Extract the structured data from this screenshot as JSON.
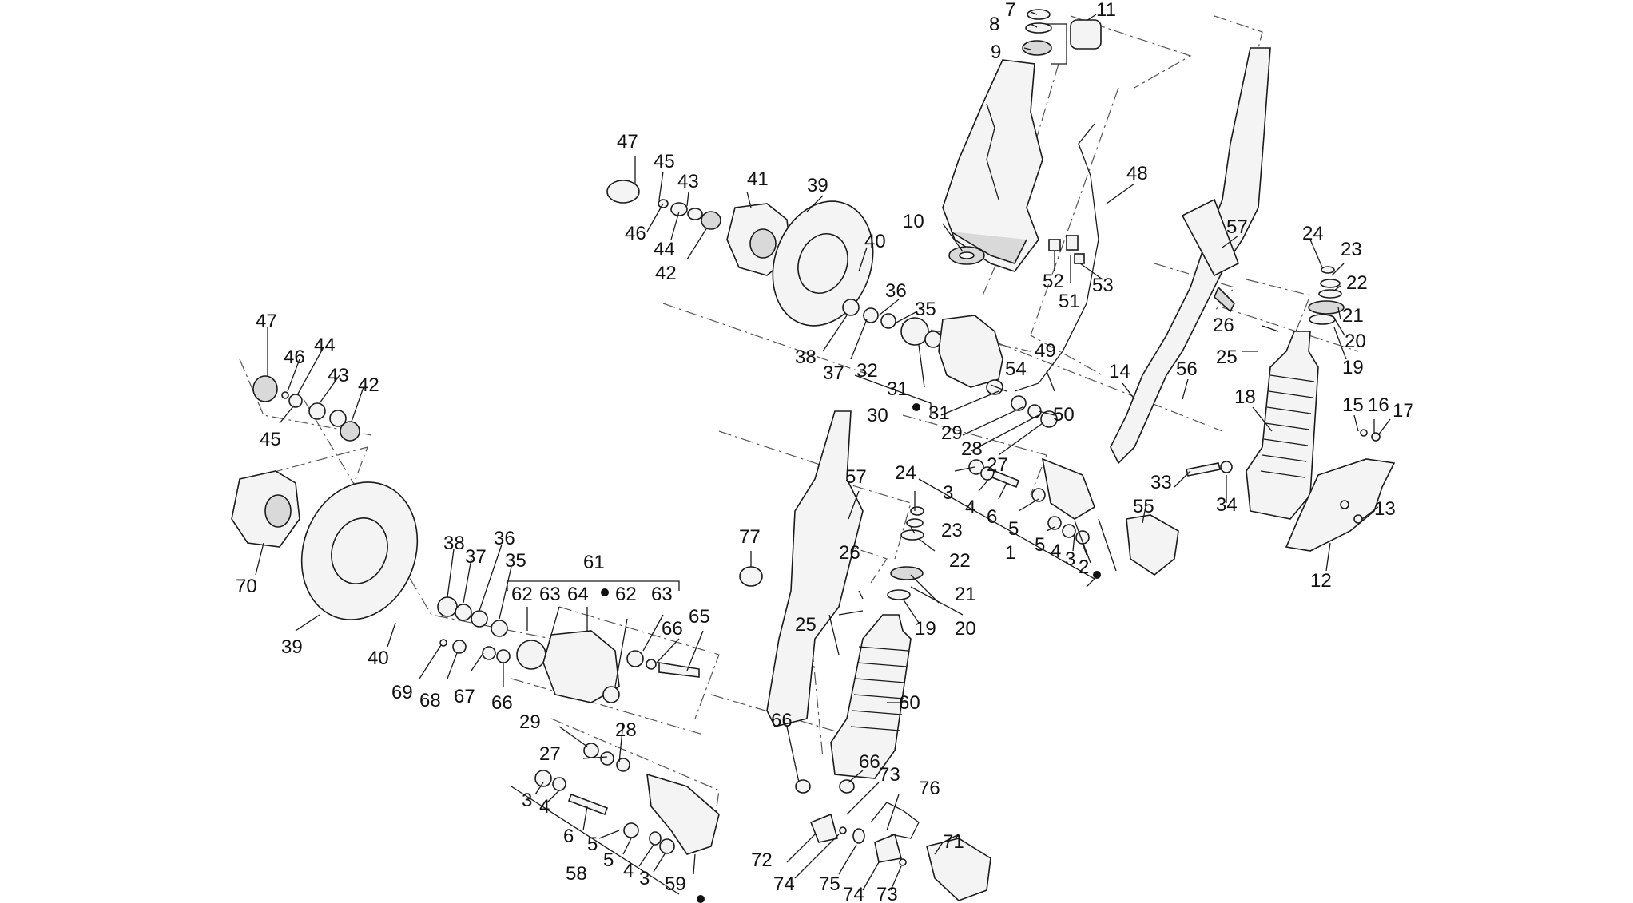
{
  "labels": [
    {
      "id": "p7",
      "text": "7"
    },
    {
      "id": "p8",
      "text": "8"
    },
    {
      "id": "p9",
      "text": "9"
    },
    {
      "id": "p11",
      "text": "11"
    },
    {
      "id": "p48",
      "text": "48"
    },
    {
      "id": "p10",
      "text": "10"
    },
    {
      "id": "p52",
      "text": "52"
    },
    {
      "id": "p51",
      "text": "51"
    },
    {
      "id": "p53",
      "text": "53"
    },
    {
      "id": "p57a",
      "text": "57"
    },
    {
      "id": "p24a",
      "text": "24"
    },
    {
      "id": "p23a",
      "text": "23"
    },
    {
      "id": "p22a",
      "text": "22"
    },
    {
      "id": "p21a",
      "text": "21"
    },
    {
      "id": "p20a",
      "text": "20"
    },
    {
      "id": "p19a",
      "text": "19"
    },
    {
      "id": "p26a",
      "text": "26"
    },
    {
      "id": "p25a",
      "text": "25"
    },
    {
      "id": "p18",
      "text": "18"
    },
    {
      "id": "p15",
      "text": "15"
    },
    {
      "id": "p16",
      "text": "16"
    },
    {
      "id": "p17",
      "text": "17"
    },
    {
      "id": "p13",
      "text": "13"
    },
    {
      "id": "p12",
      "text": "12"
    },
    {
      "id": "p33",
      "text": "33"
    },
    {
      "id": "p34",
      "text": "34"
    },
    {
      "id": "p56",
      "text": "56"
    },
    {
      "id": "p14",
      "text": "14"
    },
    {
      "id": "p49",
      "text": "49"
    },
    {
      "id": "p54",
      "text": "54"
    },
    {
      "id": "p50",
      "text": "50"
    },
    {
      "id": "p47a",
      "text": "47"
    },
    {
      "id": "p45a",
      "text": "45"
    },
    {
      "id": "p43a",
      "text": "43"
    },
    {
      "id": "p41",
      "text": "41"
    },
    {
      "id": "p39a",
      "text": "39"
    },
    {
      "id": "p46a",
      "text": "46"
    },
    {
      "id": "p44a",
      "text": "44"
    },
    {
      "id": "p42a",
      "text": "42"
    },
    {
      "id": "p40a",
      "text": "40"
    },
    {
      "id": "p36a",
      "text": "36"
    },
    {
      "id": "p35a",
      "text": "35"
    },
    {
      "id": "p38a",
      "text": "38"
    },
    {
      "id": "p37a",
      "text": "37"
    },
    {
      "id": "p32",
      "text": "32"
    },
    {
      "id": "p31a",
      "text": "31"
    },
    {
      "id": "p31b",
      "text": "31"
    },
    {
      "id": "p30",
      "text": "30"
    },
    {
      "id": "p29a",
      "text": "29"
    },
    {
      "id": "p28a",
      "text": "28"
    },
    {
      "id": "p27a",
      "text": "27"
    },
    {
      "id": "p24b",
      "text": "24"
    },
    {
      "id": "p3a",
      "text": "3"
    },
    {
      "id": "p4a",
      "text": "4"
    },
    {
      "id": "p6a",
      "text": "6"
    },
    {
      "id": "p5a",
      "text": "5"
    },
    {
      "id": "p5b",
      "text": "5"
    },
    {
      "id": "p4b",
      "text": "4"
    },
    {
      "id": "p3b",
      "text": "3"
    },
    {
      "id": "p1",
      "text": "1"
    },
    {
      "id": "p2",
      "text": "2"
    },
    {
      "id": "p55",
      "text": "55"
    },
    {
      "id": "p47b",
      "text": "47"
    },
    {
      "id": "p46b",
      "text": "46"
    },
    {
      "id": "p44b",
      "text": "44"
    },
    {
      "id": "p43b",
      "text": "43"
    },
    {
      "id": "p42b",
      "text": "42"
    },
    {
      "id": "p45b",
      "text": "45"
    },
    {
      "id": "p70",
      "text": "70"
    },
    {
      "id": "p39b",
      "text": "39"
    },
    {
      "id": "p40b",
      "text": "40"
    },
    {
      "id": "p38b",
      "text": "38"
    },
    {
      "id": "p37b",
      "text": "37"
    },
    {
      "id": "p36b",
      "text": "36"
    },
    {
      "id": "p35b",
      "text": "35"
    },
    {
      "id": "p61",
      "text": "61"
    },
    {
      "id": "p62a",
      "text": "62"
    },
    {
      "id": "p63a",
      "text": "63"
    },
    {
      "id": "p64",
      "text": "64"
    },
    {
      "id": "p62b",
      "text": "62"
    },
    {
      "id": "p63b",
      "text": "63"
    },
    {
      "id": "p65",
      "text": "65"
    },
    {
      "id": "p66a",
      "text": "66"
    },
    {
      "id": "p69",
      "text": "69"
    },
    {
      "id": "p68",
      "text": "68"
    },
    {
      "id": "p67",
      "text": "67"
    },
    {
      "id": "p66b",
      "text": "66"
    },
    {
      "id": "p77",
      "text": "77"
    },
    {
      "id": "p57b",
      "text": "57"
    },
    {
      "id": "p23b",
      "text": "23"
    },
    {
      "id": "p22b",
      "text": "22"
    },
    {
      "id": "p26b",
      "text": "26"
    },
    {
      "id": "p21b",
      "text": "21"
    },
    {
      "id": "p25b",
      "text": "25"
    },
    {
      "id": "p19b",
      "text": "19"
    },
    {
      "id": "p20b",
      "text": "20"
    },
    {
      "id": "p60",
      "text": "60"
    },
    {
      "id": "p29b",
      "text": "29"
    },
    {
      "id": "p28b",
      "text": "28"
    },
    {
      "id": "p27b",
      "text": "27"
    },
    {
      "id": "p66c",
      "text": "66"
    },
    {
      "id": "p66d",
      "text": "66"
    },
    {
      "id": "p73a",
      "text": "73"
    },
    {
      "id": "p76",
      "text": "76"
    },
    {
      "id": "p3c",
      "text": "3"
    },
    {
      "id": "p4c",
      "text": "4"
    },
    {
      "id": "p6b",
      "text": "6"
    },
    {
      "id": "p5c",
      "text": "5"
    },
    {
      "id": "p5d",
      "text": "5"
    },
    {
      "id": "p4d",
      "text": "4"
    },
    {
      "id": "p3d",
      "text": "3"
    },
    {
      "id": "p58",
      "text": "58"
    },
    {
      "id": "p59",
      "text": "59"
    },
    {
      "id": "p72",
      "text": "72"
    },
    {
      "id": "p74a",
      "text": "74"
    },
    {
      "id": "p75",
      "text": "75"
    },
    {
      "id": "p71",
      "text": "71"
    },
    {
      "id": "p74b",
      "text": "74"
    },
    {
      "id": "p73b",
      "text": "73"
    }
  ]
}
